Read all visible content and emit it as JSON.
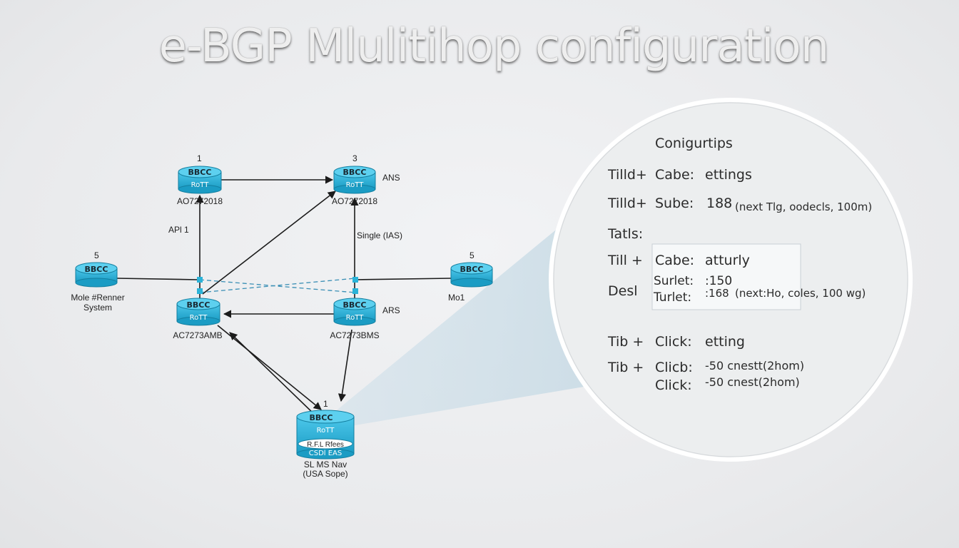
{
  "title": "e-BGP Mlulitihop configuration",
  "routers": {
    "r1": {
      "number": "1",
      "top_text": "BBCC",
      "side_text": "RoTT",
      "label": "AO7272018"
    },
    "r3": {
      "number": "3",
      "top_text": "BBCC",
      "side_text": "RoTT",
      "label": "AO7272018",
      "side_label": "ANS"
    },
    "r5l": {
      "number": "5",
      "top_text": "BBCC",
      "label_line1": "Mole #Renner",
      "label_line2": "System"
    },
    "r5r": {
      "number": "5",
      "top_text": "BBCC",
      "label": "Mo1"
    },
    "rml": {
      "top_text": "BBCC",
      "side_text": "RoTT",
      "label": "AC7273AMB"
    },
    "rmr": {
      "top_text": "BBCC",
      "side_text": "RoTT",
      "label": "AC7273BMS",
      "side_label": "ARS"
    },
    "rb": {
      "number": "1",
      "top_text": "BBCC",
      "side_text": "RoTT",
      "band1": "R.F.L Rfees",
      "band2": "CSDl EAS",
      "label_line1": "SL MS Nav",
      "label_line2": "(USA Sope)"
    }
  },
  "link_labels": {
    "api": "APl 1",
    "single": "Single (IAS)"
  },
  "config_panel": {
    "heading": "Conigurtips",
    "lines": [
      {
        "left": "Tilld+",
        "main": "Cabe:",
        "value": "ettings"
      },
      {
        "left": "Tilld+",
        "main": "Sube:",
        "value": "188",
        "extra": "(next Tlg, oodecls, 100m)"
      },
      {
        "left": "Tatls:",
        "main": "",
        "value": ""
      },
      {
        "left": "Till +",
        "main": "Cabe:",
        "value": "atturly"
      },
      {
        "left": "",
        "main": "Surlet:",
        "value": ":150"
      },
      {
        "left": "Desl",
        "main": "Turlet:",
        "value": ":168",
        "extra": "(next:Ho, coles, 100 wg)"
      },
      {
        "left": "Tib +",
        "main": "Click:",
        "value": "etting"
      },
      {
        "left": "Tib +",
        "main": "Clicb:",
        "value": "-50 cnestt(2hom)"
      },
      {
        "left": "",
        "main": "Click:",
        "value": "-50 cnest(2hom)"
      }
    ]
  },
  "colors": {
    "router": "#2bb3d8",
    "router_dark": "#1486a8",
    "link": "#1b1b1b",
    "dashed": "#3a8fb5"
  }
}
